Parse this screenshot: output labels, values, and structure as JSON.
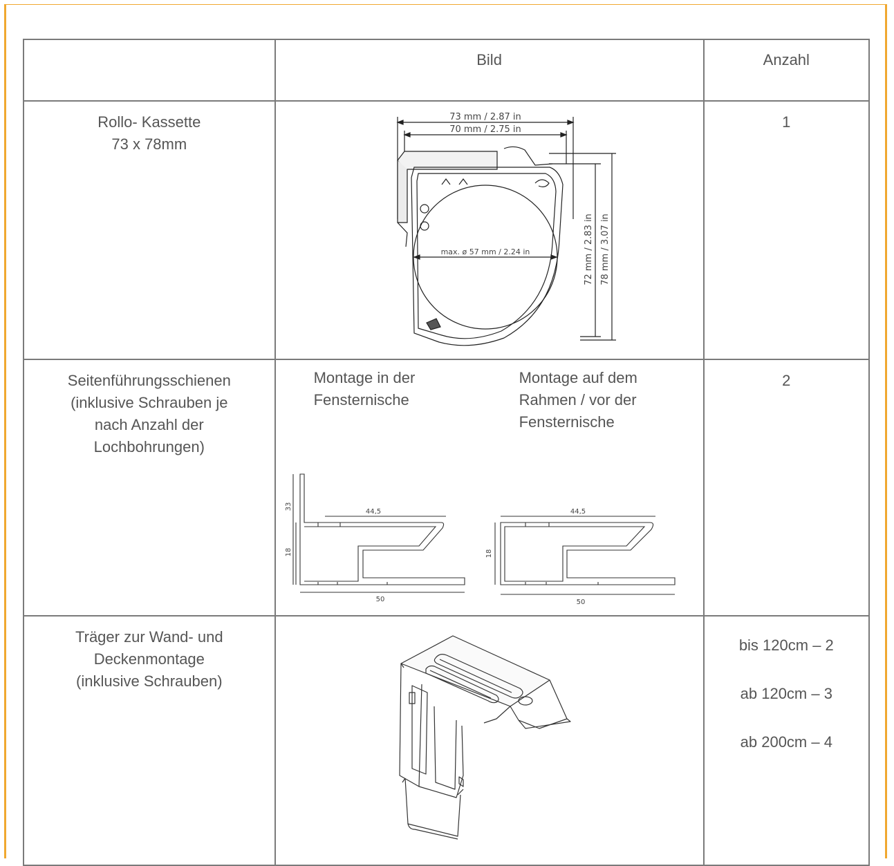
{
  "table": {
    "header": {
      "col1": "",
      "col2": "Bild",
      "col3": "Anzahl"
    },
    "rows": [
      {
        "name_line1": "Rollo- Kassette",
        "name_line2": "73 x 78mm",
        "quantity": "1",
        "drawing": {
          "dim_outer_width": "73 mm / 2.87 in",
          "dim_inner_width": "70 mm / 2.75 in",
          "dim_diameter": "max. ø 57 mm / 2.24 in",
          "dim_inner_height": "72 mm / 2.83 in",
          "dim_outer_height": "78 mm / 3.07 in"
        }
      },
      {
        "name_line1": "Seitenführungsschienen",
        "name_line2": "(inklusive Schrauben je",
        "name_line3": "nach Anzahl der",
        "name_line4": "Lochbohrungen)",
        "quantity": "2",
        "mount_left_line1": "Montage in der",
        "mount_left_line2": "Fensternische",
        "mount_right_line1": "Montage auf dem",
        "mount_right_line2": "Rahmen / vor der",
        "mount_right_line3": "Fensternische",
        "drawing": {
          "left_dim_top": "44,5",
          "left_dim_bottom": "50",
          "left_dim_height_outer": "33",
          "left_dim_height_inner": "18",
          "right_dim_top": "44,5",
          "right_dim_bottom": "50",
          "right_dim_height": "18"
        }
      },
      {
        "name_line1": "Träger zur Wand- und",
        "name_line2": "Deckenmontage",
        "name_line3": "(inklusive Schrauben)",
        "quantity_line1": "bis 120cm – 2",
        "quantity_line2": "ab 120cm – 3",
        "quantity_line3": "ab 200cm – 4"
      }
    ]
  },
  "colors": {
    "frame": "#f0a830",
    "grid": "#7a7a7a",
    "text": "#555555"
  }
}
